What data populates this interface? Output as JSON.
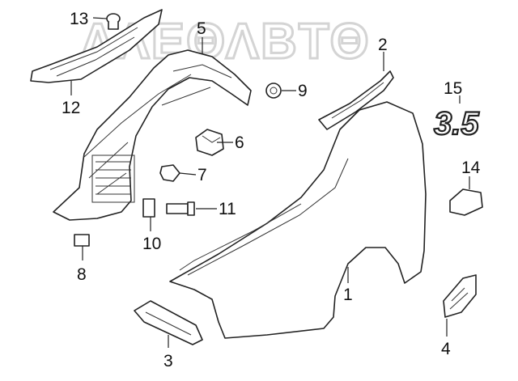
{
  "watermark": "ΛΛΕΘΛΒΤΘ",
  "emblem": "3.5",
  "callouts": {
    "c1": "1",
    "c2": "2",
    "c3": "3",
    "c4": "4",
    "c5": "5",
    "c6": "6",
    "c7": "7",
    "c8": "8",
    "c9": "9",
    "c10": "10",
    "c11": "11",
    "c12": "12",
    "c13": "13",
    "c14": "14",
    "c15": "15"
  },
  "colors": {
    "line": "#222222",
    "watermark": "#d4d4d4",
    "background": "#ffffff"
  }
}
